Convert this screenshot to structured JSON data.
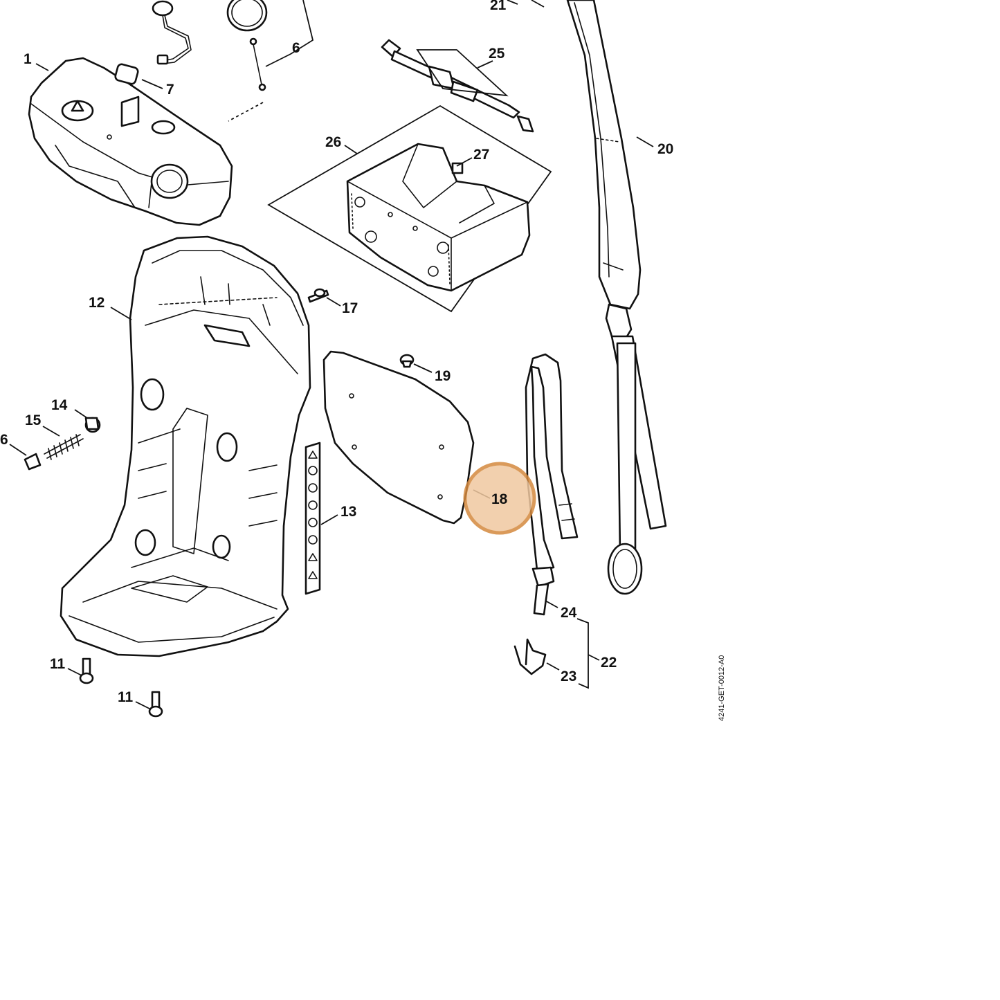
{
  "document_code": "4241-GET-0012-A0",
  "highlight": {
    "part": "18",
    "fill": "#f0c8a0",
    "stroke": "#d4893e"
  },
  "callouts": [
    {
      "id": "c1",
      "label": "1"
    },
    {
      "id": "c6a",
      "label": "6"
    },
    {
      "id": "c6b",
      "label": "6"
    },
    {
      "id": "c7",
      "label": "7"
    },
    {
      "id": "c11a",
      "label": "11"
    },
    {
      "id": "c11b",
      "label": "11"
    },
    {
      "id": "c12",
      "label": "12"
    },
    {
      "id": "c13",
      "label": "13"
    },
    {
      "id": "c14",
      "label": "14"
    },
    {
      "id": "c15",
      "label": "15"
    },
    {
      "id": "c17",
      "label": "17"
    },
    {
      "id": "c18",
      "label": "18"
    },
    {
      "id": "c19",
      "label": "19"
    },
    {
      "id": "c20",
      "label": "20"
    },
    {
      "id": "c21",
      "label": "21"
    },
    {
      "id": "c22",
      "label": "22"
    },
    {
      "id": "c23",
      "label": "23"
    },
    {
      "id": "c24",
      "label": "24"
    },
    {
      "id": "c25",
      "label": "25"
    },
    {
      "id": "c26",
      "label": "26"
    },
    {
      "id": "c27",
      "label": "27"
    }
  ]
}
